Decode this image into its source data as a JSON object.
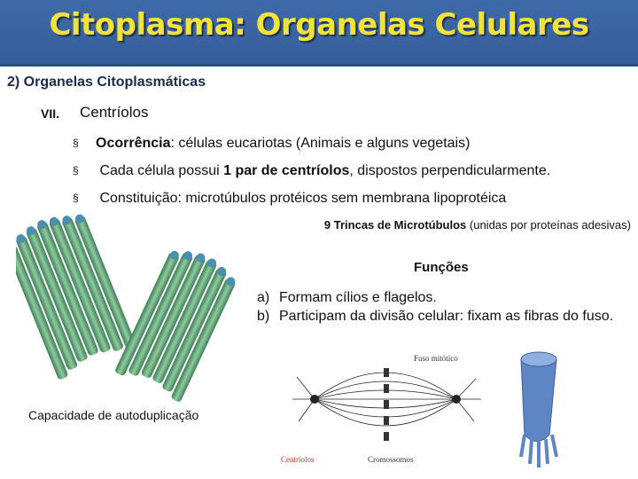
{
  "header": {
    "title": "Citoplasma: Organelas Celulares"
  },
  "subtitle": "2) Organelas Citoplasmáticas",
  "section": {
    "number": "VII.",
    "title": "Centríolos"
  },
  "bullets": [
    {
      "marker": "§",
      "bold": "Ocorrência",
      "text_a": ": células eucariotas (Animais e alguns vegetais)",
      "bold2": "",
      "text_b": ""
    },
    {
      "marker": "§",
      "bold": "",
      "text_a": "Cada célula possui ",
      "bold2": "1 par de centríolos",
      "text_b": ", dispostos perpendicularmente."
    },
    {
      "marker": "§",
      "bold": "",
      "text_a": "Constituição: microtúbulos protéicos sem membrana lipoprotéica",
      "bold2": "",
      "text_b": ""
    }
  ],
  "trincas": {
    "bold": "9 Trincas de Microtúbulos",
    "rest": " (unidas por proteínas adesivas)"
  },
  "funcoes": {
    "title": "Funções",
    "items": [
      {
        "label": "a)",
        "text": "Formam cílios e flagelos."
      },
      {
        "label": "b)",
        "text": "Participam da divisão celular: fixam as fibras do fuso."
      }
    ]
  },
  "capacidade": "Capacidade de autoduplicação",
  "spindle_figure": {
    "top_label": "Fuso mitótico",
    "left_label": "Centríolos",
    "bottom_label": "Cromossomos"
  },
  "colors": {
    "title_bar": "#3f6aa9",
    "title_text": "#f2e33a",
    "tubule": "#5aa070",
    "cilium": "#5f86c4"
  }
}
